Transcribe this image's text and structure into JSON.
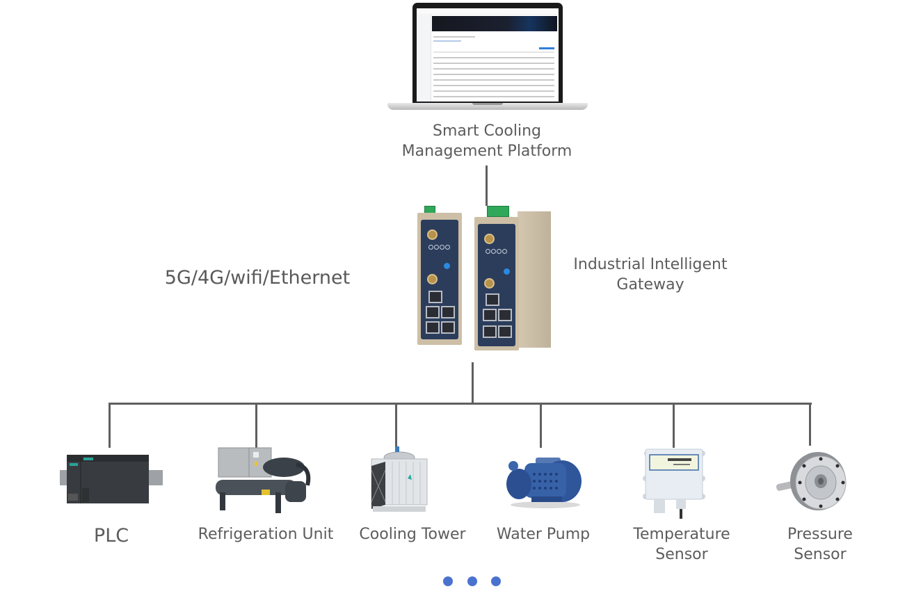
{
  "platform": {
    "label_line1": "Smart Cooling",
    "label_line2": "Management Platform",
    "image_icon": "laptop-dashboard-icon"
  },
  "connectivity": {
    "label": "5G/4G/wifi/Ethernet"
  },
  "gateway": {
    "label_line1": "Industrial Intelligent",
    "label_line2": "Gateway",
    "image_icon": "industrial-gateway-icon"
  },
  "devices": [
    {
      "label_line1": "PLC",
      "label_line2": "",
      "icon": "plc-icon"
    },
    {
      "label_line1": "Refrigeration Unit",
      "label_line2": "",
      "icon": "refrigeration-unit-icon"
    },
    {
      "label_line1": "Cooling Tower",
      "label_line2": "",
      "icon": "cooling-tower-icon"
    },
    {
      "label_line1": "Water Pump",
      "label_line2": "",
      "icon": "water-pump-icon"
    },
    {
      "label_line1": "Temperature",
      "label_line2": "Sensor",
      "icon": "temperature-sensor-icon"
    },
    {
      "label_line1": "Pressure",
      "label_line2": "Sensor",
      "icon": "pressure-sensor-icon"
    }
  ],
  "pagination": {
    "count": 3,
    "color": "#4a72cf"
  },
  "colors": {
    "text": "#5c5c5c",
    "connector": "#5f5f5f"
  }
}
